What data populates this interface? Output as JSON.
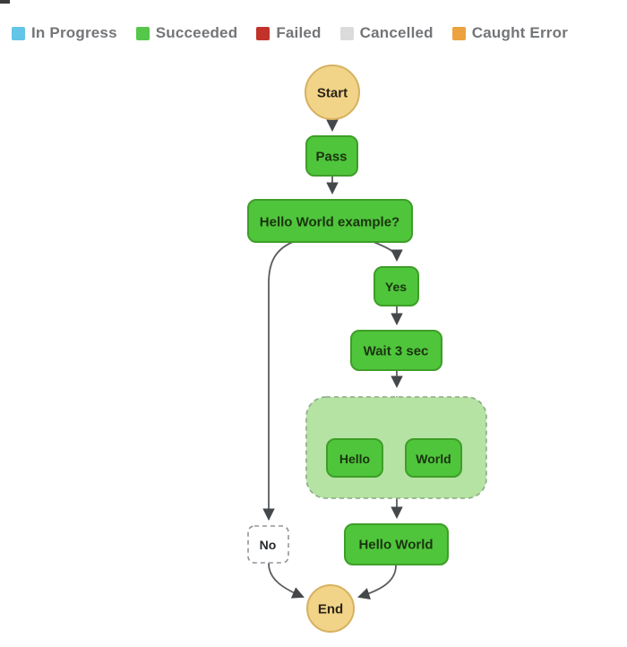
{
  "legend": {
    "items": [
      {
        "label": "In Progress",
        "color": "#63C6E6"
      },
      {
        "label": "Succeeded",
        "color": "#55C74A"
      },
      {
        "label": "Failed",
        "color": "#C1322B"
      },
      {
        "label": "Cancelled",
        "color": "#DBDBDB"
      },
      {
        "label": "Caught Error",
        "color": "#EBA23F"
      }
    ]
  },
  "colors": {
    "node_fill": "#4FC53C",
    "node_border": "#3E9E27",
    "node_text": "#1B340F",
    "terminal_fill": "#F2D488",
    "terminal_border": "#D7B161",
    "terminal_text": "#2A2417",
    "parallel_fill": "#B4E3A4",
    "parallel_border": "#8BAA84",
    "no_fill": "#FFFFFF",
    "no_border": "#90959A",
    "no_text": "#26292C",
    "edge": "#595C5E",
    "arrow": "#45484A"
  },
  "nodes": {
    "start": "Start",
    "pass": "Pass",
    "choice": "Hello World example?",
    "yes": "Yes",
    "wait": "Wait 3 sec",
    "hello": "Hello",
    "world": "World",
    "hello_world": "Hello World",
    "no": "No",
    "end": "End"
  }
}
